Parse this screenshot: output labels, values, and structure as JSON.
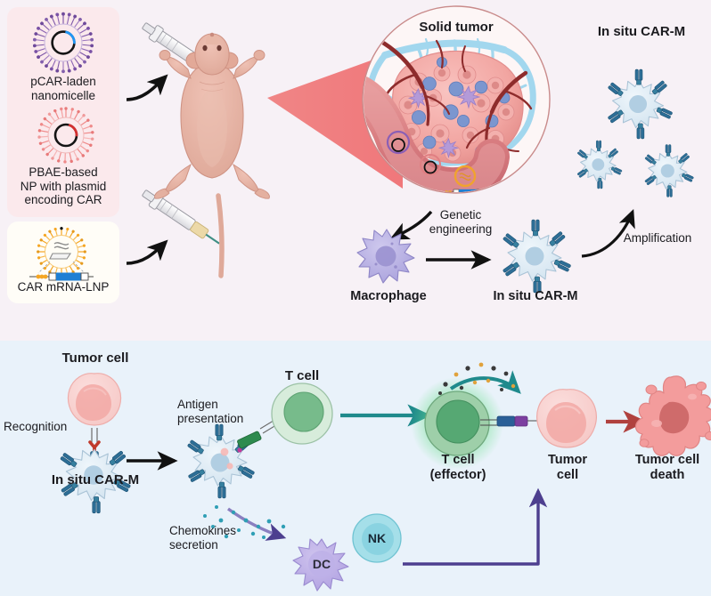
{
  "figure": {
    "title": "In situ CAR-macrophage generation and downstream anti-tumor immunity",
    "panels": [
      {
        "id": "top",
        "name": "in-situ-CAR-M-generation",
        "background": "#f7f1f6"
      },
      {
        "id": "bottom",
        "name": "anti-tumor-immune-cascade",
        "background": "#e9f2fa"
      }
    ]
  },
  "delivery_platforms": [
    {
      "id": "nanomicelle",
      "label": "pCAR-laden\nnanomicelle",
      "card": "pink",
      "colors": {
        "shell": "#7e57a8",
        "core_ring": "#1a1a1a",
        "accent": "#2196f3"
      }
    },
    {
      "id": "pbae-np",
      "label": "PBAE-based\nNP with plasmid\nencoding CAR",
      "card": "pink",
      "colors": {
        "shell": "#ef8a8a",
        "core_ring": "#1a1a1a",
        "accent": "#d32f2f"
      }
    },
    {
      "id": "mrna-lnp",
      "label": "CAR mRNA-LNP",
      "card": "cream",
      "colors": {
        "shell": "#f5a623",
        "construct": "#1f7fd4"
      }
    }
  ],
  "top_panel": {
    "labels": {
      "solid_tumor": "Solid tumor",
      "genetic_engineering": "Genetic\nengineering",
      "macrophage": "Macrophage",
      "in_situ_car_m": "In situ CAR-M",
      "amplification": "Amplification",
      "in_situ_car_m_cluster": "In situ CAR-M"
    },
    "animal": "nude-mouse",
    "injections": [
      {
        "id": "injection-top",
        "payload_color": "#f3b7c8"
      },
      {
        "id": "injection-bottom",
        "payload_color": "#ecd9a8"
      }
    ],
    "amplified_cells": 3
  },
  "bottom_panel": {
    "labels": {
      "tumor_cell": "Tumor cell",
      "recognition": "Recognition",
      "in_situ_car_m": "In situ CAR-M",
      "antigen_presentation": "Antigen\npresentation",
      "t_cell": "T cell",
      "chemokines_secretion": "Chemokines\nsecretion",
      "dc": "DC",
      "nk": "NK",
      "t_cell_effector": "T cell\n(effector)",
      "tumor_cell_2": "Tumor\ncell",
      "tumor_cell_death": "Tumor cell\ndeath"
    }
  },
  "colors": {
    "panel_top_bg": "#f7f1f6",
    "panel_bottom_bg": "#e9f2fa",
    "card_pink": "#fbe9ec",
    "card_cream": "#fffdf7",
    "arrow_black": "#111111",
    "arrow_teal": "#1f8a8c",
    "arrow_red": "#b0413e",
    "arrow_purple": "#4d3f8f",
    "car_blue": "#2d6e96",
    "macrophage_purple": "#a9a2d6",
    "tumor_pink": "#f2a0a0",
    "t_cell_green": "#4a9f6e",
    "nk_cyan": "#7fd0dc",
    "dc_purple": "#b3a6e0",
    "text": "#1b1b1f"
  }
}
